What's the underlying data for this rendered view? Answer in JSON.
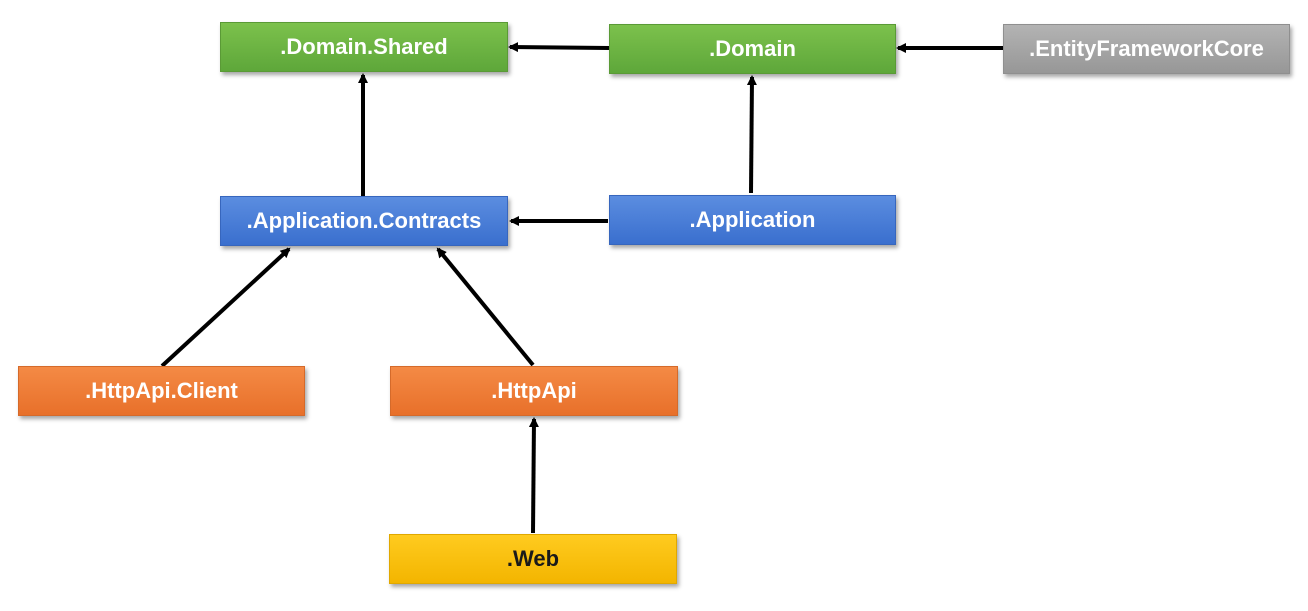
{
  "nodes": {
    "domain_shared": ".Domain.Shared",
    "domain": ".Domain",
    "entity_framework_core": ".EntityFrameworkCore",
    "application_contracts": ".Application.Contracts",
    "application": ".Application",
    "httpapi_client": ".HttpApi.Client",
    "httpapi": ".HttpApi",
    "web": ".Web"
  },
  "colors": {
    "layer_domain": "#6bb545",
    "layer_infrastructure": "#a6a6a6",
    "layer_application": "#4a7fd8",
    "layer_api": "#ee7b35",
    "layer_ui": "#fbbf0c",
    "arrow": "#000000"
  },
  "edges": [
    {
      "from": "domain",
      "to": "domain_shared"
    },
    {
      "from": "entity_framework_core",
      "to": "domain"
    },
    {
      "from": "application_contracts",
      "to": "domain_shared"
    },
    {
      "from": "application",
      "to": "domain"
    },
    {
      "from": "application",
      "to": "application_contracts"
    },
    {
      "from": "httpapi_client",
      "to": "application_contracts"
    },
    {
      "from": "httpapi",
      "to": "application_contracts"
    },
    {
      "from": "web",
      "to": "httpapi"
    }
  ]
}
